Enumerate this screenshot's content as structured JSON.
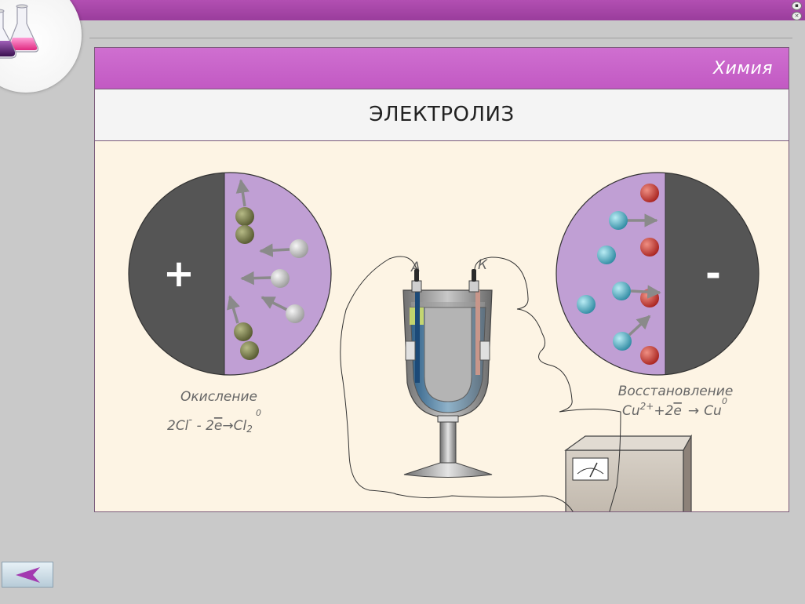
{
  "window": {
    "controls": [
      "minimize",
      "close"
    ]
  },
  "header": {
    "subject": "Химия"
  },
  "page": {
    "title": "ЭЛЕКТРОЛИЗ"
  },
  "anode": {
    "sign": "+",
    "process": "Окисление",
    "equation": {
      "lead": "2Cl",
      "sup": "-",
      "mid": " - 2",
      "e": "e",
      "arrow": "→",
      "product": "Cl",
      "sub": "2",
      "zero": "0"
    }
  },
  "cathode": {
    "sign": "-",
    "process": "Восстановление",
    "equation": {
      "lead": "Cu",
      "sup": "2+",
      "mid": "+2",
      "e": "e",
      "arrow": "→",
      "product": "Cu",
      "zero": "0"
    }
  },
  "apparatus": {
    "electrode_a": "А",
    "electrode_k": "К"
  },
  "colors": {
    "accent": "#c259c3",
    "panel_bg": "#fdf4e4",
    "electrolyte": "#c09fd4",
    "electrode": "#5a5a5a",
    "chlorine_atom": "#7a7d4a",
    "chloride_ion": "#c8c8c8",
    "copper_ion": "#5fb3c6",
    "copper_atom": "#c7403d"
  },
  "icons": {
    "logo": "chemistry-flasks-icon",
    "back": "back-arrow-icon"
  }
}
